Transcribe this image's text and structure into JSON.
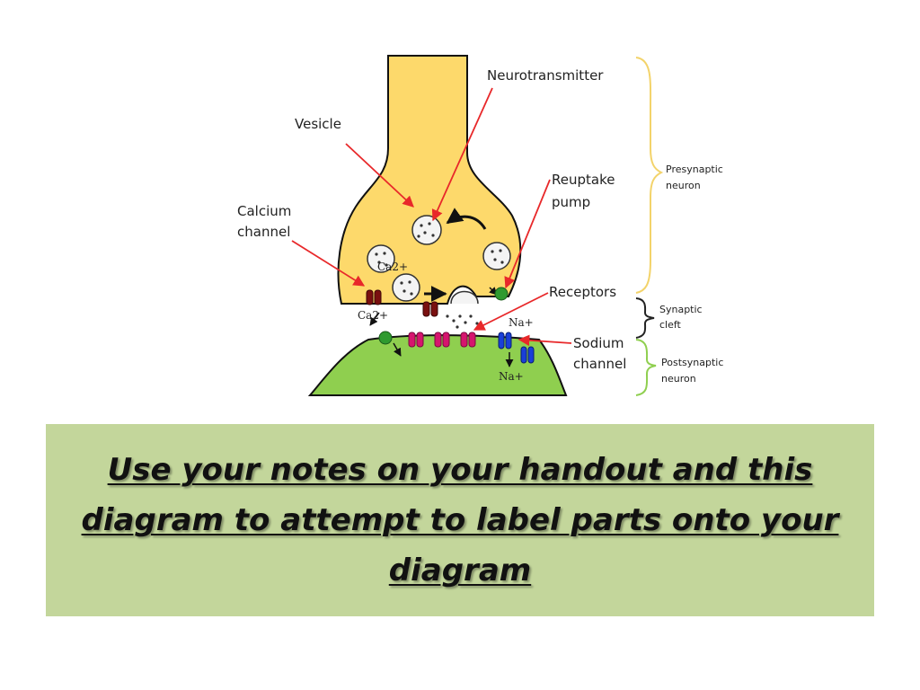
{
  "labels": {
    "neurotransmitter": "Neurotransmitter",
    "vesicle": "Vesicle",
    "calcium_line1": "Calcium",
    "calcium_line2": "channel",
    "reuptake_line1": "Reuptake",
    "reuptake_line2": "pump",
    "receptors": "Receptors",
    "sodium_line1": "Sodium",
    "sodium_line2": "channel"
  },
  "brackets": {
    "presynaptic_line1": "Presynaptic",
    "presynaptic_line2": "neuron",
    "synaptic_line1": "Synaptic",
    "synaptic_line2": "cleft",
    "postsynaptic_line1": "Postsynaptic",
    "postsynaptic_line2": "neuron"
  },
  "ions": {
    "ca_top": "Ca2+",
    "ca_left": "Ca2+",
    "na_right": "Na+",
    "na_bottom": "Na+"
  },
  "colors": {
    "presynaptic_fill": "#fdd96b",
    "postsynaptic_fill": "#8fcf4f",
    "caption_bg": "#c3d69b",
    "arrow_red": "#e8282a",
    "calcium_channel": "#7a1010",
    "receptor": "#d6156e",
    "sodium_channel": "#1a3fd8",
    "pump": "#2f9a2f",
    "presynaptic_brace": "#f3d36a",
    "synaptic_brace": "#222222",
    "postsynaptic_brace": "#8fcf4f"
  },
  "caption": "Use your notes on your handout and this diagram to attempt to label parts onto your diagram"
}
